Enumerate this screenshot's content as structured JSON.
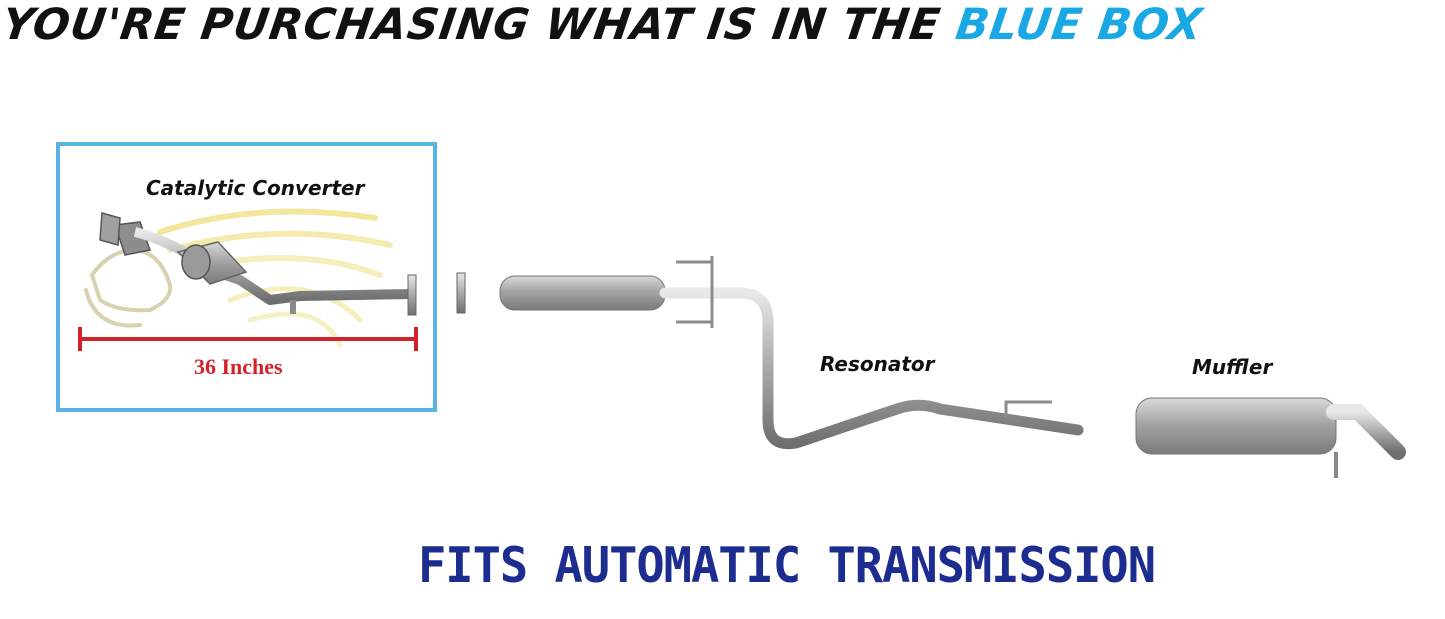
{
  "header": {
    "text": "YOU'RE PURCHASING WHAT IS IN THE ",
    "highlight": "BLUE BOX",
    "highlight_color": "#19a8e3"
  },
  "parts": {
    "catalytic_converter": "Catalytic Converter",
    "measurement": "36 Inches",
    "resonator": "Resonator",
    "muffler": "Muffler"
  },
  "colors": {
    "box_border": "#5ab4e3",
    "measure_line": "#d2232a",
    "footer_text": "#1d2c8f"
  },
  "footer": {
    "text": "FITS AUTOMATIC TRANSMISSION"
  }
}
